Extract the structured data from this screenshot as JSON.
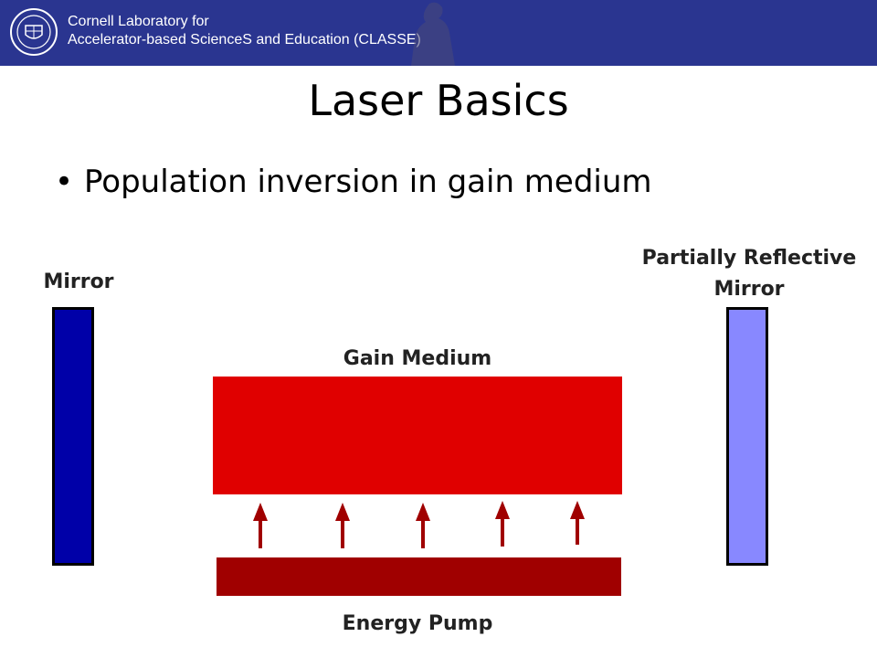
{
  "header": {
    "org_line1": "Cornell Laboratory for",
    "org_line2": "Accelerator-based ScienceS and Education (CLASSE)",
    "colors": {
      "bar": "#2a3590"
    }
  },
  "slide": {
    "title": "Laser Basics",
    "bullets": [
      "Population inversion in gain medium"
    ]
  },
  "diagram": {
    "mirror_label": "Mirror",
    "partial_mirror_label_line1": "Partially Reflective",
    "partial_mirror_label_line2": "Mirror",
    "gain_medium_label": "Gain Medium",
    "energy_pump_label": "Energy Pump",
    "pump_arrow_count": 5,
    "colors": {
      "mirror": "#0000a8",
      "partial_mirror": "#8888ff",
      "gain_medium": "#e00000",
      "energy_pump": "#a00000",
      "arrow": "#a00000"
    }
  }
}
